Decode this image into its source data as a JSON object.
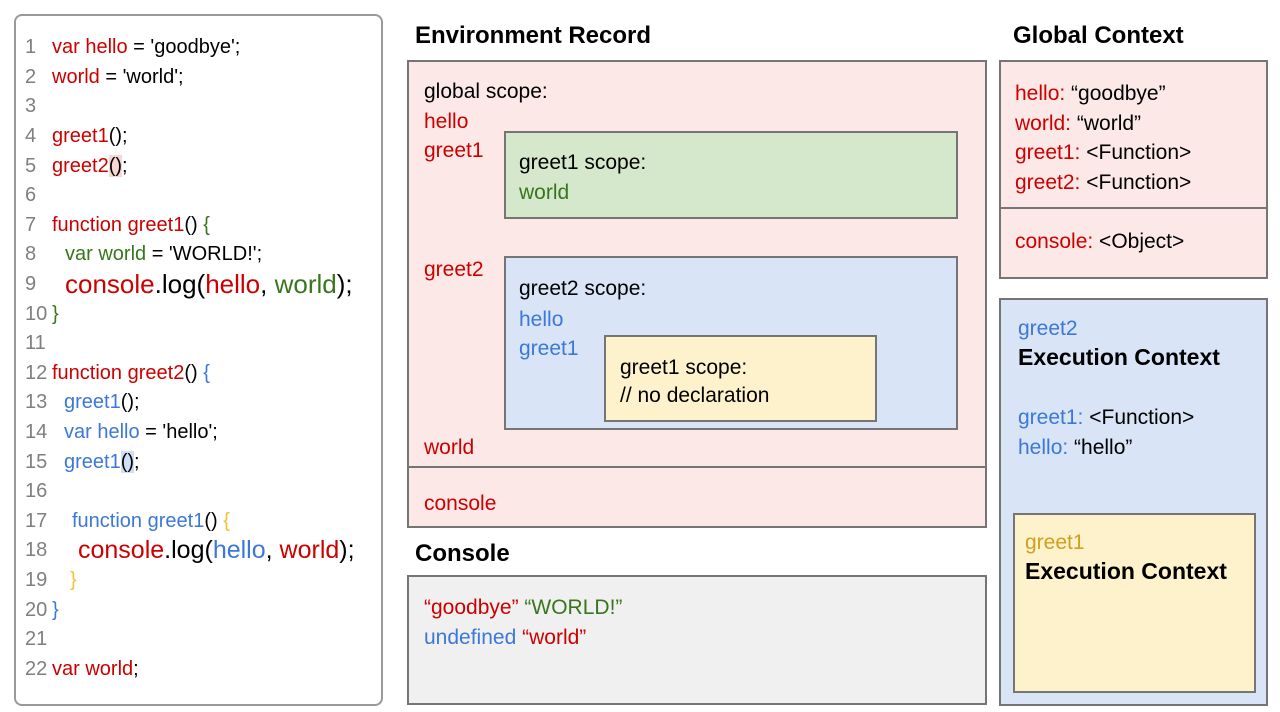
{
  "palette": {
    "red": "#cc0000",
    "green": "#38761d",
    "blue": "#3c78d8",
    "gold": "#f1c232",
    "gold_dark": "#cfa01f",
    "pink_fill": "#fce9e7",
    "green_fill": "#d6e8cc",
    "blue_fill": "#d9e4f7",
    "yellow_fill": "#fdf2cb",
    "gray_fill": "#f0f0f0",
    "highlight_pink": "#f6d7d4",
    "highlight_blue": "#cfe0f4",
    "border_gray": "#757575"
  },
  "code_panel": {
    "lines": [
      {
        "n": "1",
        "indent": 0,
        "tokens": [
          {
            "t": "var hello",
            "c": "red"
          },
          {
            "t": " = 'goodbye';",
            "c": "black"
          }
        ]
      },
      {
        "n": "2",
        "indent": 0,
        "tokens": [
          {
            "t": "world",
            "c": "red"
          },
          {
            "t": " = 'world';",
            "c": "black"
          }
        ]
      },
      {
        "n": "3",
        "indent": 0,
        "tokens": []
      },
      {
        "n": "4",
        "indent": 0,
        "tokens": [
          {
            "t": "greet1",
            "c": "red"
          },
          {
            "t": "();",
            "c": "black"
          }
        ]
      },
      {
        "n": "5",
        "indent": 0,
        "tokens": [
          {
            "t": "greet2",
            "c": "red"
          },
          {
            "t": "()",
            "c": "black",
            "h": "pink"
          },
          {
            "t": ";",
            "c": "black"
          }
        ]
      },
      {
        "n": "6",
        "indent": 0,
        "tokens": []
      },
      {
        "n": "7",
        "indent": 0,
        "tokens": [
          {
            "t": "function greet1",
            "c": "red"
          },
          {
            "t": "() ",
            "c": "black"
          },
          {
            "t": "{",
            "c": "green"
          }
        ]
      },
      {
        "n": "8",
        "indent": 13,
        "tokens": [
          {
            "t": "var world",
            "c": "green"
          },
          {
            "t": " = 'WORLD!';",
            "c": "black"
          }
        ]
      },
      {
        "n": "9",
        "indent": 13,
        "size": 26,
        "tokens": [
          {
            "t": "console",
            "c": "red"
          },
          {
            "t": ".log(",
            "c": "black"
          },
          {
            "t": "hello",
            "c": "red"
          },
          {
            "t": ", ",
            "c": "black"
          },
          {
            "t": "world",
            "c": "green"
          },
          {
            "t": ");",
            "c": "black"
          }
        ]
      },
      {
        "n": "10",
        "indent": 0,
        "tokens": [
          {
            "t": "}",
            "c": "green"
          }
        ]
      },
      {
        "n": "11",
        "indent": 0,
        "tokens": []
      },
      {
        "n": "12",
        "indent": 0,
        "tokens": [
          {
            "t": "function greet2",
            "c": "red"
          },
          {
            "t": "() ",
            "c": "black"
          },
          {
            "t": "{",
            "c": "blue"
          }
        ]
      },
      {
        "n": "13",
        "indent": 12,
        "tokens": [
          {
            "t": "greet1",
            "c": "blue"
          },
          {
            "t": "();",
            "c": "black"
          }
        ]
      },
      {
        "n": "14",
        "indent": 12,
        "tokens": [
          {
            "t": "var hello",
            "c": "blue"
          },
          {
            "t": " = 'hello';",
            "c": "black"
          }
        ]
      },
      {
        "n": "15",
        "indent": 12,
        "tokens": [
          {
            "t": "greet1",
            "c": "blue"
          },
          {
            "t": "()",
            "c": "black",
            "h": "blue"
          },
          {
            "t": ";",
            "c": "black"
          }
        ]
      },
      {
        "n": "16",
        "indent": 0,
        "tokens": []
      },
      {
        "n": "17",
        "indent": 20,
        "tokens": [
          {
            "t": "function greet1",
            "c": "blue"
          },
          {
            "t": "() ",
            "c": "black"
          },
          {
            "t": "{",
            "c": "gold"
          }
        ]
      },
      {
        "n": "18",
        "indent": 26,
        "size": 25,
        "tokens": [
          {
            "t": "console",
            "c": "red"
          },
          {
            "t": ".log(",
            "c": "black"
          },
          {
            "t": "hello",
            "c": "blue"
          },
          {
            "t": ", ",
            "c": "black"
          },
          {
            "t": "world",
            "c": "red"
          },
          {
            "t": ");",
            "c": "black"
          }
        ]
      },
      {
        "n": "19",
        "indent": 18,
        "tokens": [
          {
            "t": "}",
            "c": "gold"
          }
        ]
      },
      {
        "n": "20",
        "indent": 0,
        "tokens": [
          {
            "t": "}",
            "c": "blue"
          }
        ]
      },
      {
        "n": "21",
        "indent": 0,
        "tokens": []
      },
      {
        "n": "22",
        "indent": 0,
        "tokens": [
          {
            "t": "var world",
            "c": "red"
          },
          {
            "t": ";",
            "c": "black"
          }
        ]
      }
    ]
  },
  "environment_record": {
    "title": "Environment Record",
    "global_scope_label": "global scope:",
    "var_hello": "hello",
    "var_greet1": "greet1",
    "var_greet2": "greet2",
    "var_world": "world",
    "console_label": "console",
    "greet1_scope": {
      "label": "greet1 scope:",
      "var_world": "world"
    },
    "greet2_scope": {
      "label": "greet2 scope:",
      "var_hello": "hello",
      "var_greet1": "greet1",
      "inner_greet1_scope": {
        "label": "greet1 scope:",
        "comment": "// no declaration"
      }
    }
  },
  "console_panel": {
    "title": "Console",
    "lines": [
      [
        {
          "t": "“goodbye”",
          "c": "red"
        },
        {
          "t": " ",
          "c": "black"
        },
        {
          "t": "“WORLD!”",
          "c": "green"
        }
      ],
      [
        {
          "t": "undefined",
          "c": "blue"
        },
        {
          "t": " ",
          "c": "black"
        },
        {
          "t": "“world”",
          "c": "red"
        }
      ]
    ]
  },
  "global_context": {
    "title": "Global Context",
    "entries": [
      {
        "key": "hello:",
        "value": "“goodbye”",
        "color": "red"
      },
      {
        "key": "world:",
        "value": "“world”",
        "color": "red"
      },
      {
        "key": "greet1:",
        "value": "<Function>",
        "color": "red"
      },
      {
        "key": "greet2:",
        "value": "<Function>",
        "color": "red"
      }
    ],
    "console_entry": {
      "key": "console:",
      "value": "<Object>",
      "color": "red"
    }
  },
  "greet2_execution_context": {
    "name": "greet2",
    "title": "Execution Context",
    "entries": [
      {
        "key": "greet1:",
        "value": "<Function>",
        "color": "blue"
      },
      {
        "key": "hello:",
        "value": "“hello”",
        "color": "blue"
      }
    ],
    "inner": {
      "name": "greet1",
      "title": "Execution Context"
    }
  }
}
